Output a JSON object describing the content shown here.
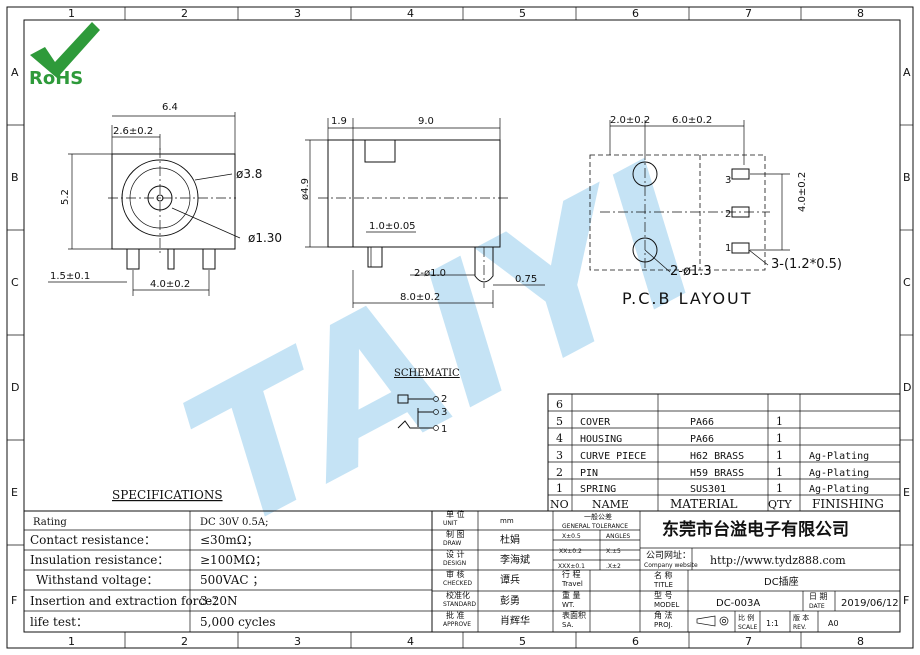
{
  "frame": {
    "col_marks": [
      "1",
      "2",
      "3",
      "4",
      "5",
      "6",
      "7",
      "8"
    ],
    "row_marks": [
      "A",
      "B",
      "C",
      "D",
      "E",
      "F"
    ]
  },
  "logo": {
    "text": "RoHS"
  },
  "watermark": {
    "text": "TAIYI"
  },
  "front_view": {
    "width": "6.4",
    "offset": "2.6±0.2",
    "height": "5.2",
    "outer_dia": "ø3.8",
    "pin_dia": "ø1.30",
    "pin_left": "1.5±0.1",
    "pin_pitch": "4.0±0.2"
  },
  "side_view": {
    "front_len": "1.9",
    "body_len": "9.0",
    "dia": "ø4.9",
    "pin_w": "1.0±0.05",
    "post": "2-ø1.0",
    "post_len": "0.75",
    "pin_span": "8.0±0.2"
  },
  "pcb": {
    "dim_a": "2.0±0.2",
    "dim_b": "6.0±0.2",
    "dim_v": "4.0±0.2",
    "holes": "2-ø1.3",
    "slots": "3-(1.2*0.5)",
    "pad_labels": [
      "3",
      "2",
      "1"
    ],
    "title": "P.C.B LAYOUT"
  },
  "schematic": {
    "title": "SCHEMATIC",
    "pins": [
      "2",
      "3",
      "1"
    ]
  },
  "bom": {
    "header": {
      "no": "NO",
      "name": "NAME",
      "material": "MATERIAL",
      "qty": "QTY",
      "finishing": "FINISHING"
    },
    "rows": [
      {
        "no": "6",
        "name": "",
        "material": "",
        "qty": "",
        "finishing": ""
      },
      {
        "no": "5",
        "name": "COVER",
        "material": "PA66",
        "qty": "1",
        "finishing": ""
      },
      {
        "no": "4",
        "name": "HOUSING",
        "material": "PA66",
        "qty": "1",
        "finishing": ""
      },
      {
        "no": "3",
        "name": "CURVE PIECE",
        "material": "H62 BRASS",
        "qty": "1",
        "finishing": "Ag-Plating"
      },
      {
        "no": "2",
        "name": "PIN",
        "material": "H59 BRASS",
        "qty": "1",
        "finishing": "Ag-Plating"
      },
      {
        "no": "1",
        "name": "SPRING",
        "material": "SUS301",
        "qty": "1",
        "finishing": "Ag-Plating"
      }
    ]
  },
  "specs": {
    "title": "SPECIFICATIONS",
    "rows": [
      {
        "label": "Rating",
        "value": "DC 30V 0.5A;"
      },
      {
        "label": "Contact resistance：",
        "value": "≤30mΩ；"
      },
      {
        "label": "Insulation resistance：",
        "value": "≥100MΩ；"
      },
      {
        "label": "Withstand voltage：",
        "value": "500VAC ；"
      },
      {
        "label": "Insertion and extraction force：",
        "value": "3-20N"
      },
      {
        "label": "life test：",
        "value": "5,000 cycles"
      }
    ]
  },
  "title_block": {
    "unit_cn": "单 位",
    "unit_en": "UNIT",
    "unit_val": "mm",
    "draw_cn": "制 图",
    "draw_en": "DRAW",
    "draw_val": "杜娟",
    "design_cn": "设 计",
    "design_en": "DESIGN",
    "design_val": "李海斌",
    "check_cn": "审 核",
    "check_en": "CHECKED",
    "check_val": "谭兵",
    "std_cn": "校准化",
    "std_en": "STANDARD",
    "std_val": "彭勇",
    "approve_cn": "批 准",
    "approve_en": "APPROVE",
    "approve_val": "肖辉华",
    "tol_cn": "一般公差",
    "tol_en": "GENERAL TOLERANCE",
    "tol_angles": "ANGLES",
    "tol_1": "X±0.5",
    "tol_1b": "",
    "tol_2": "XX±0.2",
    "tol_2b": "X.±5",
    "tol_3": "XXX±0.1",
    "tol_3b": ".X±2",
    "travel_cn": "行 程",
    "travel_en": "Travel",
    "weight_cn": "重 量",
    "weight_en": "WT.",
    "surface_cn": "表面积",
    "surface_en": "SA.",
    "company": "东莞市台溢电子有限公司",
    "website_cn": "公司网址：",
    "website_en": "Company website",
    "website": "http://www.tydz888.com",
    "title_cn": "名 称",
    "title_en": "TITLE",
    "title_val": "DC插座",
    "model_cn": "型 号",
    "model_en": "MODEL",
    "model_val": "DC-003A",
    "date_cn": "日 期",
    "date_en": "DATE",
    "date_val": "2019/06/12",
    "proj_cn": "角 法",
    "proj_en": "PROJ.",
    "scale_cn": "比 例",
    "scale_en": "SCALE",
    "scale_val": "1:1",
    "rev_cn": "版 本",
    "rev_en": "REV.",
    "rev_val": "A0"
  }
}
